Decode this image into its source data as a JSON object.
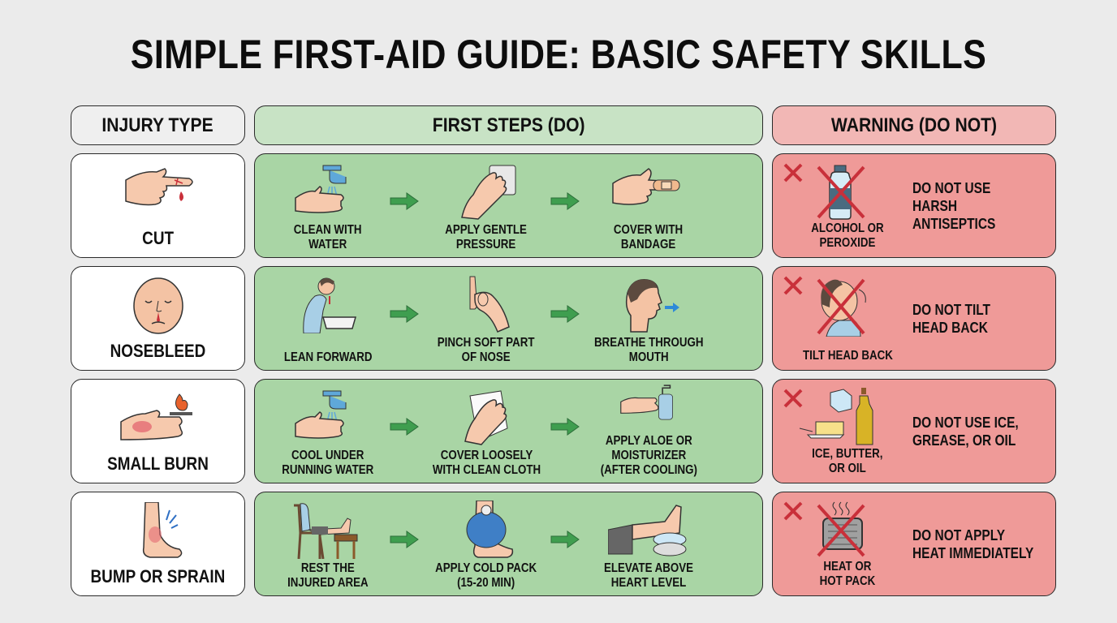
{
  "title": "SIMPLE FIRST-AID GUIDE: BASIC SAFETY SKILLS",
  "headers": {
    "injury": "INJURY TYPE",
    "steps": "FIRST STEPS (DO)",
    "warning": "WARNING (DO NOT)"
  },
  "colors": {
    "background": "#ebebeb",
    "steps_header": "#c8e3c5",
    "steps_cell": "#a9d5a5",
    "warning_header": "#f2b7b5",
    "warning_cell": "#ef9a98",
    "arrow": "#3f9e4f",
    "x_mark": "#c9303a"
  },
  "rows": [
    {
      "injury": {
        "label": "CUT",
        "icon": "finger-cut-icon"
      },
      "steps": [
        {
          "label": "CLEAN WITH\nWATER",
          "icon": "faucet-hand-icon"
        },
        {
          "label": "APPLY GENTLE\nPRESSURE",
          "icon": "hand-gauze-icon"
        },
        {
          "label": "COVER WITH\nBANDAGE",
          "icon": "finger-bandage-icon"
        }
      ],
      "warning": {
        "item": "ALCOHOL OR\nPEROXIDE",
        "icon": "antiseptic-bottle-icon",
        "text": "DO NOT USE HARSH\nANTISEPTICS"
      }
    },
    {
      "injury": {
        "label": "NOSEBLEED",
        "icon": "face-nosebleed-icon"
      },
      "steps": [
        {
          "label": "LEAN FORWARD",
          "icon": "person-leaning-basin-icon"
        },
        {
          "label": "PINCH SOFT PART\nOF NOSE",
          "icon": "pinch-nose-icon"
        },
        {
          "label": "BREATHE THROUGH\nMOUTH",
          "icon": "mouth-breathing-icon"
        }
      ],
      "warning": {
        "item": "TILT HEAD BACK",
        "icon": "head-tilt-back-icon",
        "text": "DO NOT TILT\nHEAD BACK"
      }
    },
    {
      "injury": {
        "label": "SMALL BURN",
        "icon": "burned-hand-flame-icon"
      },
      "steps": [
        {
          "label": "COOL UNDER\nRUNNING WATER",
          "icon": "faucet-hand-icon"
        },
        {
          "label": "COVER LOOSELY\nWITH CLEAN CLOTH",
          "icon": "hand-cloth-icon"
        },
        {
          "label": "APPLY ALOE OR\nMOISTURIZER\n(AFTER COOLING)",
          "icon": "lotion-pump-hand-icon"
        }
      ],
      "warning": {
        "item": "ICE, BUTTER,\nOR OIL",
        "icon": "ice-butter-oil-icon",
        "text": "DO NOT USE ICE,\nGREASE, OR OIL"
      }
    },
    {
      "injury": {
        "label": "BUMP OR SPRAIN",
        "icon": "sprained-ankle-icon"
      },
      "steps": [
        {
          "label": "REST THE\nINJURED AREA",
          "icon": "person-resting-chair-icon"
        },
        {
          "label": "APPLY COLD PACK\n(15-20 MIN)",
          "icon": "ice-pack-ankle-icon"
        },
        {
          "label": "ELEVATE ABOVE\nHEART LEVEL",
          "icon": "leg-elevated-pillow-icon"
        }
      ],
      "warning": {
        "item": "HEAT OR\nHOT PACK",
        "icon": "heat-pack-icon",
        "text": "DO NOT APPLY\nHEAT IMMEDIATELY"
      }
    }
  ]
}
